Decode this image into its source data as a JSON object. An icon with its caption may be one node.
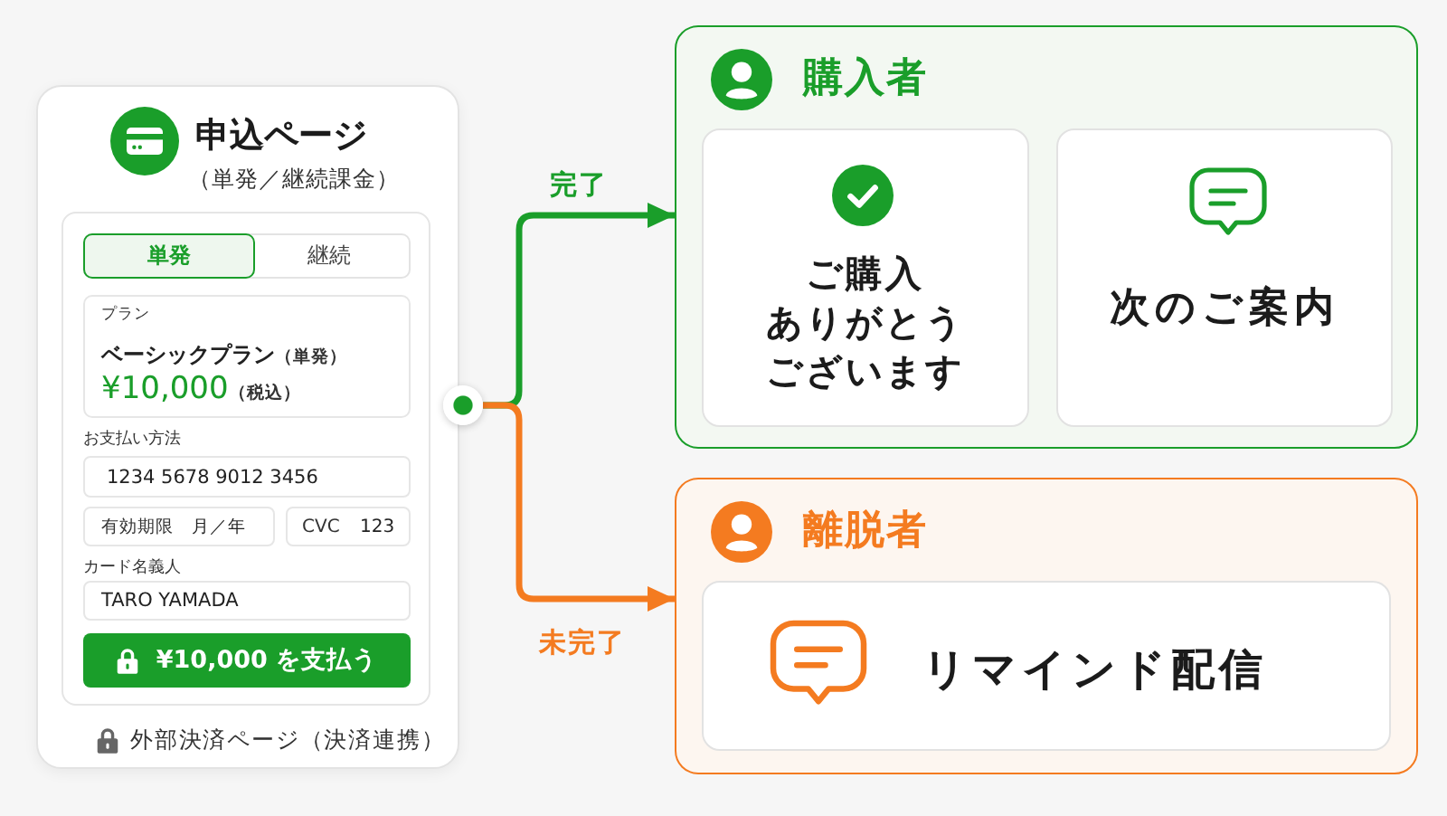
{
  "diagram": {
    "nodes": [
      {
        "text": [
          "申込ページ",
          "（単発／継続課金）",
          "外部決済ページ（決済連携）"
        ]
      },
      {
        "text": [],
        "shape": "circle"
      },
      {
        "text": [
          "購入者"
        ]
      },
      {
        "text": [
          "ご購入ありがとうございます"
        ],
        "in": 2
      },
      {
        "text": [
          "次のご案内"
        ],
        "in": 2
      },
      {
        "text": [
          "離脱者"
        ]
      },
      {
        "text": [
          "リマインド配信"
        ],
        "in": 5
      }
    ],
    "edges": [
      {
        "from": 1,
        "to": 2,
        "arrow": "to",
        "label": "完了",
        "color": "#1a9e2a"
      },
      {
        "from": 1,
        "to": 5,
        "arrow": "to",
        "label": "未完了",
        "color": "#f47b20"
      }
    ],
    "labels": [
      "単発",
      "継続",
      "プラン",
      "ベーシックプラン",
      "（単発）",
      "¥10,000",
      "（税込）",
      "お支払い方法",
      "1234 5678 9012 3456",
      "有効期限",
      "月／年",
      "CVC",
      "123",
      "カード名義人",
      "TARO YAMADA",
      "¥10,000 を支払う"
    ]
  }
}
